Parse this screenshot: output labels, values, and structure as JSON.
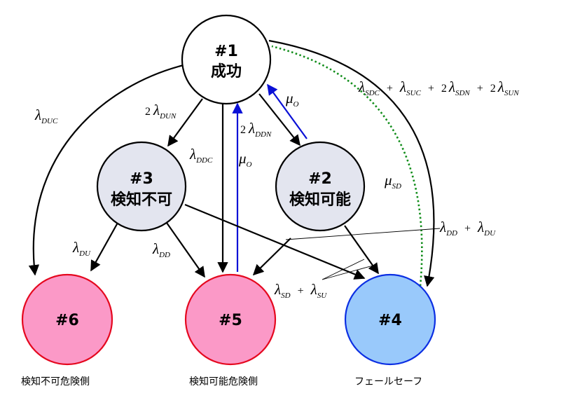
{
  "nodes": {
    "n1": {
      "id": "#1",
      "label": "成功",
      "fill": "#ffffff",
      "stroke": "#000000"
    },
    "n2": {
      "id": "#2",
      "label": "検知可能",
      "fill": "#e3e5ef",
      "stroke": "#000000"
    },
    "n3": {
      "id": "#3",
      "label": "検知不可",
      "fill": "#e3e5ef",
      "stroke": "#000000"
    },
    "n4": {
      "id": "#4",
      "fill": "#99c9fb",
      "stroke": "#0c2fe3"
    },
    "n5": {
      "id": "#5",
      "fill": "#fb99c7",
      "stroke": "#e5081f"
    },
    "n6": {
      "id": "#6",
      "fill": "#fb99c7",
      "stroke": "#e5081f"
    }
  },
  "captions": {
    "n6": "検知不可危険側",
    "n5": "検知可能危険側",
    "n4": "フェールセーフ"
  },
  "rates": {
    "duc": {
      "sym": "λ",
      "sub": "DUC"
    },
    "dun": {
      "coef": "2",
      "sym": "λ",
      "sub": "DUN"
    },
    "ddc": {
      "sym": "λ",
      "sub": "DDC"
    },
    "mu_o_left": {
      "sym": "μ",
      "sub": "O"
    },
    "mu_o_right": {
      "sym": "μ",
      "sub": "O"
    },
    "ddn": {
      "coef": "2",
      "sym": "λ",
      "sub": "DDN"
    },
    "mu_sd": {
      "sym": "μ",
      "sub": "SD"
    },
    "top_sum": {
      "t1_sym": "λ",
      "t1_sub": "SDC",
      "op1": "+",
      "t2_sym": "λ",
      "t2_sub": "SUC",
      "op2": "+",
      "t3_coef": "2",
      "t3_sym": "λ",
      "t3_sub": "SDN",
      "op3": "+",
      "t4_coef": "2",
      "t4_sym": "λ",
      "t4_sub": "SUN"
    },
    "du": {
      "sym": "λ",
      "sub": "DU"
    },
    "dd": {
      "sym": "λ",
      "sub": "DD"
    },
    "dd_plus_du": {
      "t1_sym": "λ",
      "t1_sub": "DD",
      "op": "+",
      "t2_sym": "λ",
      "t2_sub": "DU"
    },
    "sd_plus_su": {
      "t1_sym": "λ",
      "t1_sub": "SD",
      "op": "+",
      "t2_sym": "λ",
      "t2_sub": "SU"
    }
  },
  "colors": {
    "edge": "#000000",
    "repair": "#0a10d6",
    "safe_repair": "#118d1a"
  }
}
